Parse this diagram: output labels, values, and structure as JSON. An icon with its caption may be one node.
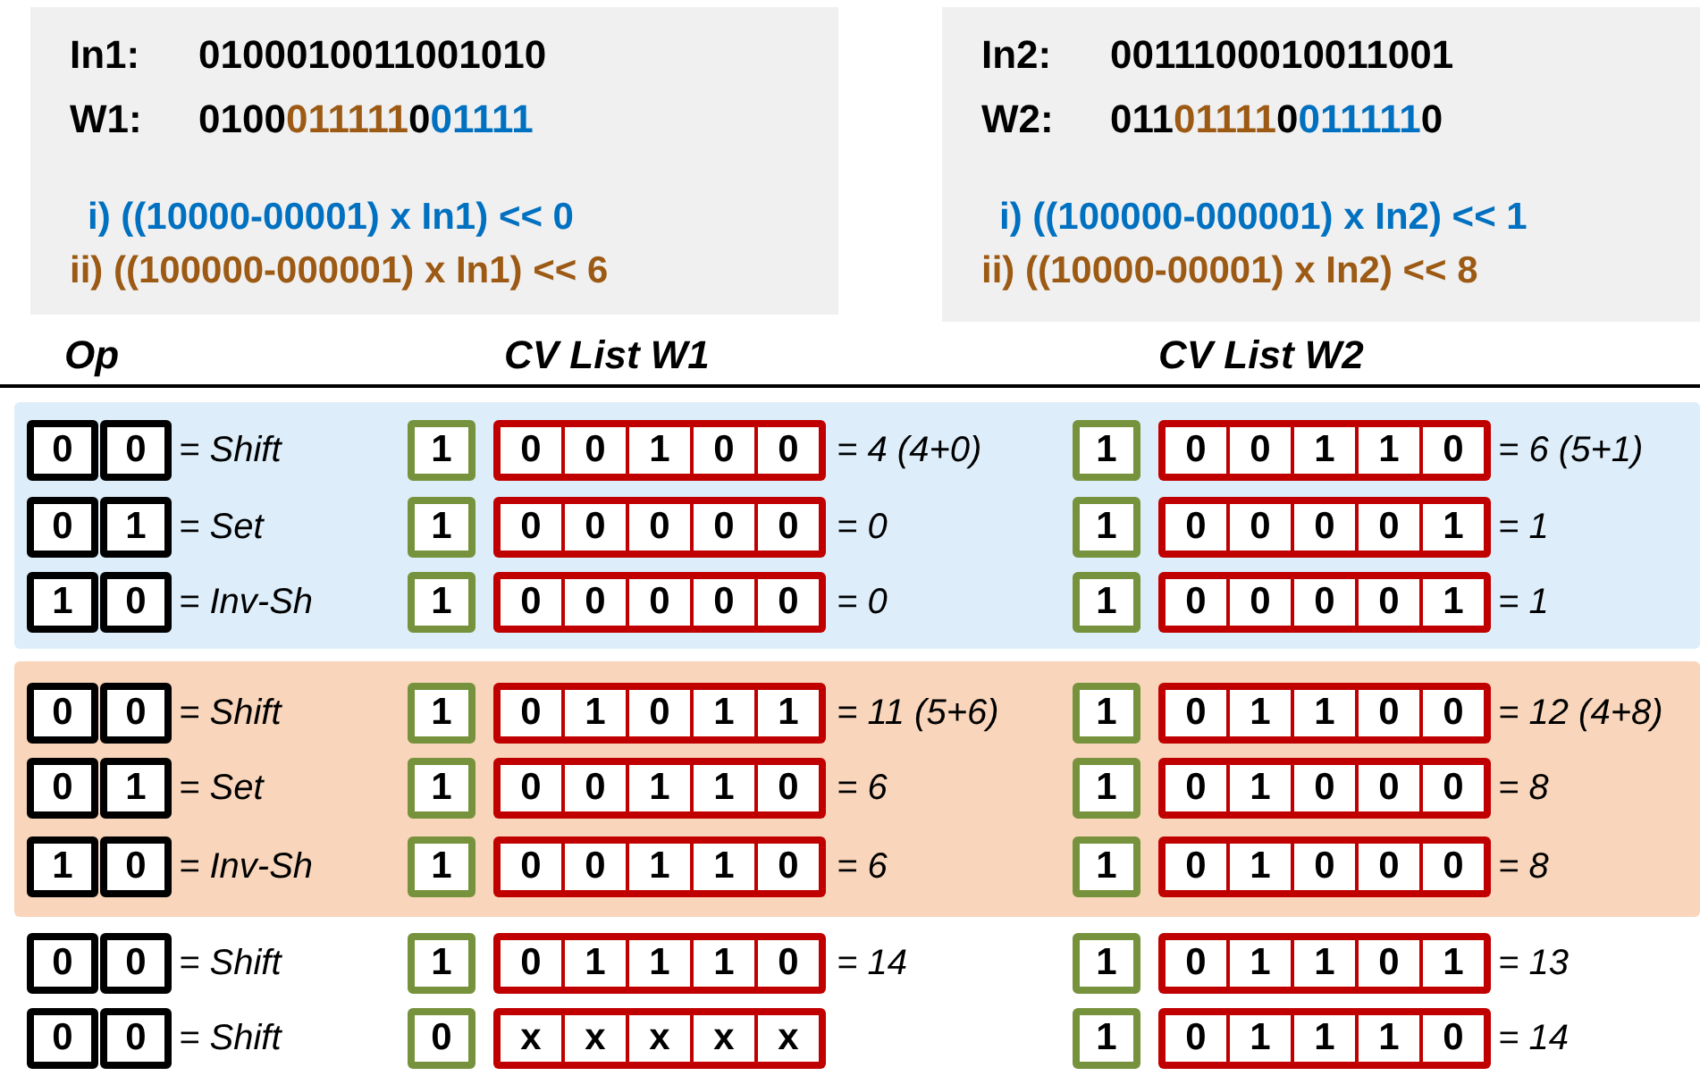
{
  "diagram": {
    "nodes": [
      {
        "text": [
          "In1:",
          "0100010011001010",
          "W1:",
          "0100011111001111",
          "i) ((10000-00001) x In1) << 0",
          "ii) ((100000-000001) x In1) << 6"
        ]
      },
      {
        "text": [
          "In2:",
          "0011100010011001",
          "W2:",
          "0110111100111110",
          "i) ((100000-000001) x In2) << 1",
          "ii) ((10000-00001) x In2) << 8"
        ]
      },
      {
        "text": [],
        "shape": "box"
      },
      {
        "text": [],
        "shape": "box"
      },
      {
        "text": [
          "0"
        ],
        "in": 2
      },
      {
        "text": [
          "0"
        ],
        "in": 2,
        "beside": [
          "= Shift"
        ]
      },
      {
        "text": [
          "1"
        ],
        "in": 2
      },
      {
        "text": [],
        "shape": "box",
        "in": 2,
        "beside": [
          "= 4 (4+0)"
        ]
      },
      {
        "text": [
          "0"
        ],
        "in": 7
      },
      {
        "text": [
          "0"
        ],
        "in": 7
      },
      {
        "text": [
          "1"
        ],
        "in": 7
      },
      {
        "text": [
          "0"
        ],
        "in": 7
      },
      {
        "text": [
          "0"
        ],
        "in": 7
      },
      {
        "text": [
          "1"
        ],
        "in": 2
      },
      {
        "text": [],
        "shape": "box",
        "in": 2,
        "beside": [
          "= 6 (5+1)"
        ]
      },
      {
        "text": [
          "0"
        ],
        "in": 14
      },
      {
        "text": [
          "0"
        ],
        "in": 14
      },
      {
        "text": [
          "1"
        ],
        "in": 14
      },
      {
        "text": [
          "1"
        ],
        "in": 14
      },
      {
        "text": [
          "0"
        ],
        "in": 14
      },
      {
        "text": [
          "0"
        ],
        "in": 2
      },
      {
        "text": [
          "1"
        ],
        "in": 2,
        "beside": [
          "= Set"
        ]
      },
      {
        "text": [
          "1"
        ],
        "in": 2
      },
      {
        "text": [],
        "shape": "box",
        "in": 2,
        "beside": [
          "= 0"
        ]
      },
      {
        "text": [
          "0"
        ],
        "in": 23
      },
      {
        "text": [
          "0"
        ],
        "in": 23
      },
      {
        "text": [
          "0"
        ],
        "in": 23
      },
      {
        "text": [
          "0"
        ],
        "in": 23
      },
      {
        "text": [
          "0"
        ],
        "in": 23
      },
      {
        "text": [
          "1"
        ],
        "in": 2
      },
      {
        "text": [],
        "shape": "box",
        "in": 2,
        "beside": [
          "= 1"
        ]
      },
      {
        "text": [
          "0"
        ],
        "in": 30
      },
      {
        "text": [
          "0"
        ],
        "in": 30
      },
      {
        "text": [
          "0"
        ],
        "in": 30
      },
      {
        "text": [
          "0"
        ],
        "in": 30
      },
      {
        "text": [
          "1"
        ],
        "in": 30
      },
      {
        "text": [
          "1"
        ],
        "in": 2
      },
      {
        "text": [
          "0"
        ],
        "in": 2,
        "beside": [
          "= Inv-Sh"
        ]
      },
      {
        "text": [
          "1"
        ],
        "in": 2
      },
      {
        "text": [],
        "shape": "box",
        "in": 2,
        "beside": [
          "= 0"
        ]
      },
      {
        "text": [
          "0"
        ],
        "in": 39
      },
      {
        "text": [
          "0"
        ],
        "in": 39
      },
      {
        "text": [
          "0"
        ],
        "in": 39
      },
      {
        "text": [
          "0"
        ],
        "in": 39
      },
      {
        "text": [
          "0"
        ],
        "in": 39
      },
      {
        "text": [
          "1"
        ],
        "in": 2
      },
      {
        "text": [],
        "shape": "box",
        "in": 2,
        "beside": [
          "= 1"
        ]
      },
      {
        "text": [
          "0"
        ],
        "in": 46
      },
      {
        "text": [
          "0"
        ],
        "in": 46
      },
      {
        "text": [
          "0"
        ],
        "in": 46
      },
      {
        "text": [
          "0"
        ],
        "in": 46
      },
      {
        "text": [
          "1"
        ],
        "in": 46
      },
      {
        "text": [
          "0"
        ],
        "in": 3
      },
      {
        "text": [
          "0"
        ],
        "in": 3,
        "beside": [
          "= Shift"
        ]
      },
      {
        "text": [
          "1"
        ],
        "in": 3
      },
      {
        "text": [],
        "shape": "box",
        "in": 3,
        "beside": [
          "= 11 (5+6)"
        ]
      },
      {
        "text": [
          "0"
        ],
        "in": 55
      },
      {
        "text": [
          "1"
        ],
        "in": 55
      },
      {
        "text": [
          "0"
        ],
        "in": 55
      },
      {
        "text": [
          "1"
        ],
        "in": 55
      },
      {
        "text": [
          "1"
        ],
        "in": 55
      },
      {
        "text": [
          "1"
        ],
        "in": 3
      },
      {
        "text": [],
        "shape": "box",
        "in": 3,
        "beside": [
          "= 12 (4+8)"
        ]
      },
      {
        "text": [
          "0"
        ],
        "in": 62
      },
      {
        "text": [
          "1"
        ],
        "in": 62
      },
      {
        "text": [
          "1"
        ],
        "in": 62
      },
      {
        "text": [
          "0"
        ],
        "in": 62
      },
      {
        "text": [
          "0"
        ],
        "in": 62
      },
      {
        "text": [
          "0"
        ],
        "in": 3
      },
      {
        "text": [
          "1"
        ],
        "in": 3,
        "beside": [
          "= Set"
        ]
      },
      {
        "text": [
          "1"
        ],
        "in": 3
      },
      {
        "text": [],
        "shape": "box",
        "in": 3,
        "beside": [
          "= 6"
        ]
      },
      {
        "text": [
          "0"
        ],
        "in": 71
      },
      {
        "text": [
          "0"
        ],
        "in": 71
      },
      {
        "text": [
          "1"
        ],
        "in": 71
      },
      {
        "text": [
          "1"
        ],
        "in": 71
      },
      {
        "text": [
          "0"
        ],
        "in": 71
      },
      {
        "text": [
          "1"
        ],
        "in": 3
      },
      {
        "text": [],
        "shape": "box",
        "in": 3,
        "beside": [
          "= 8"
        ]
      },
      {
        "text": [
          "0"
        ],
        "in": 78
      },
      {
        "text": [
          "1"
        ],
        "in": 78
      },
      {
        "text": [
          "0"
        ],
        "in": 78
      },
      {
        "text": [
          "0"
        ],
        "in": 78
      },
      {
        "text": [
          "0"
        ],
        "in": 78
      },
      {
        "text": [
          "1"
        ],
        "in": 3
      },
      {
        "text": [
          "0"
        ],
        "in": 3,
        "beside": [
          "= Inv-Sh"
        ]
      },
      {
        "text": [
          "1"
        ],
        "in": 3
      },
      {
        "text": [],
        "shape": "box",
        "in": 3,
        "beside": [
          "= 6"
        ]
      },
      {
        "text": [
          "0"
        ],
        "in": 87
      },
      {
        "text": [
          "0"
        ],
        "in": 87
      },
      {
        "text": [
          "1"
        ],
        "in": 87
      },
      {
        "text": [
          "1"
        ],
        "in": 87
      },
      {
        "text": [
          "0"
        ],
        "in": 87
      },
      {
        "text": [
          "1"
        ],
        "in": 3
      },
      {
        "text": [],
        "shape": "box",
        "in": 3,
        "beside": [
          "= 8"
        ]
      },
      {
        "text": [
          "0"
        ],
        "in": 94
      },
      {
        "text": [
          "1"
        ],
        "in": 94
      },
      {
        "text": [
          "0"
        ],
        "in": 94
      },
      {
        "text": [
          "0"
        ],
        "in": 94
      },
      {
        "text": [
          "0"
        ],
        "in": 94
      },
      {
        "text": [
          "0"
        ]
      },
      {
        "text": [
          "0"
        ],
        "beside": [
          "= Shift"
        ]
      },
      {
        "text": [
          "1"
        ]
      },
      {
        "text": [],
        "shape": "box",
        "beside": [
          "= 14"
        ]
      },
      {
        "text": [
          "0"
        ],
        "in": 103
      },
      {
        "text": [
          "1"
        ],
        "in": 103
      },
      {
        "text": [
          "1"
        ],
        "in": 103
      },
      {
        "text": [
          "1"
        ],
        "in": 103
      },
      {
        "text": [
          "0"
        ],
        "in": 103
      },
      {
        "text": [
          "1"
        ]
      },
      {
        "text": [],
        "shape": "box",
        "beside": [
          "= 13"
        ]
      },
      {
        "text": [
          "0"
        ],
        "in": 110
      },
      {
        "text": [
          "1"
        ],
        "in": 110
      },
      {
        "text": [
          "1"
        ],
        "in": 110
      },
      {
        "text": [
          "0"
        ],
        "in": 110
      },
      {
        "text": [
          "1"
        ],
        "in": 110
      },
      {
        "text": [
          "0"
        ]
      },
      {
        "text": [
          "0"
        ],
        "beside": [
          "= Shift"
        ]
      },
      {
        "text": [
          "0"
        ]
      },
      {
        "text": [],
        "shape": "box"
      },
      {
        "text": [
          "x"
        ],
        "in": 119
      },
      {
        "text": [
          "x"
        ],
        "in": 119
      },
      {
        "text": [
          "x"
        ],
        "in": 119
      },
      {
        "text": [
          "x"
        ],
        "in": 119
      },
      {
        "text": [
          "x"
        ],
        "in": 119
      },
      {
        "text": [
          "1"
        ]
      },
      {
        "text": [],
        "shape": "box",
        "beside": [
          "= 14"
        ]
      },
      {
        "text": [
          "0"
        ],
        "in": 126
      },
      {
        "text": [
          "1"
        ],
        "in": 126
      },
      {
        "text": [
          "1"
        ],
        "in": 126
      },
      {
        "text": [
          "1"
        ],
        "in": 126
      },
      {
        "text": [
          "0"
        ],
        "in": 126
      }
    ],
    "labels": [
      "Op",
      "CV List W1",
      "CV List W2"
    ]
  }
}
